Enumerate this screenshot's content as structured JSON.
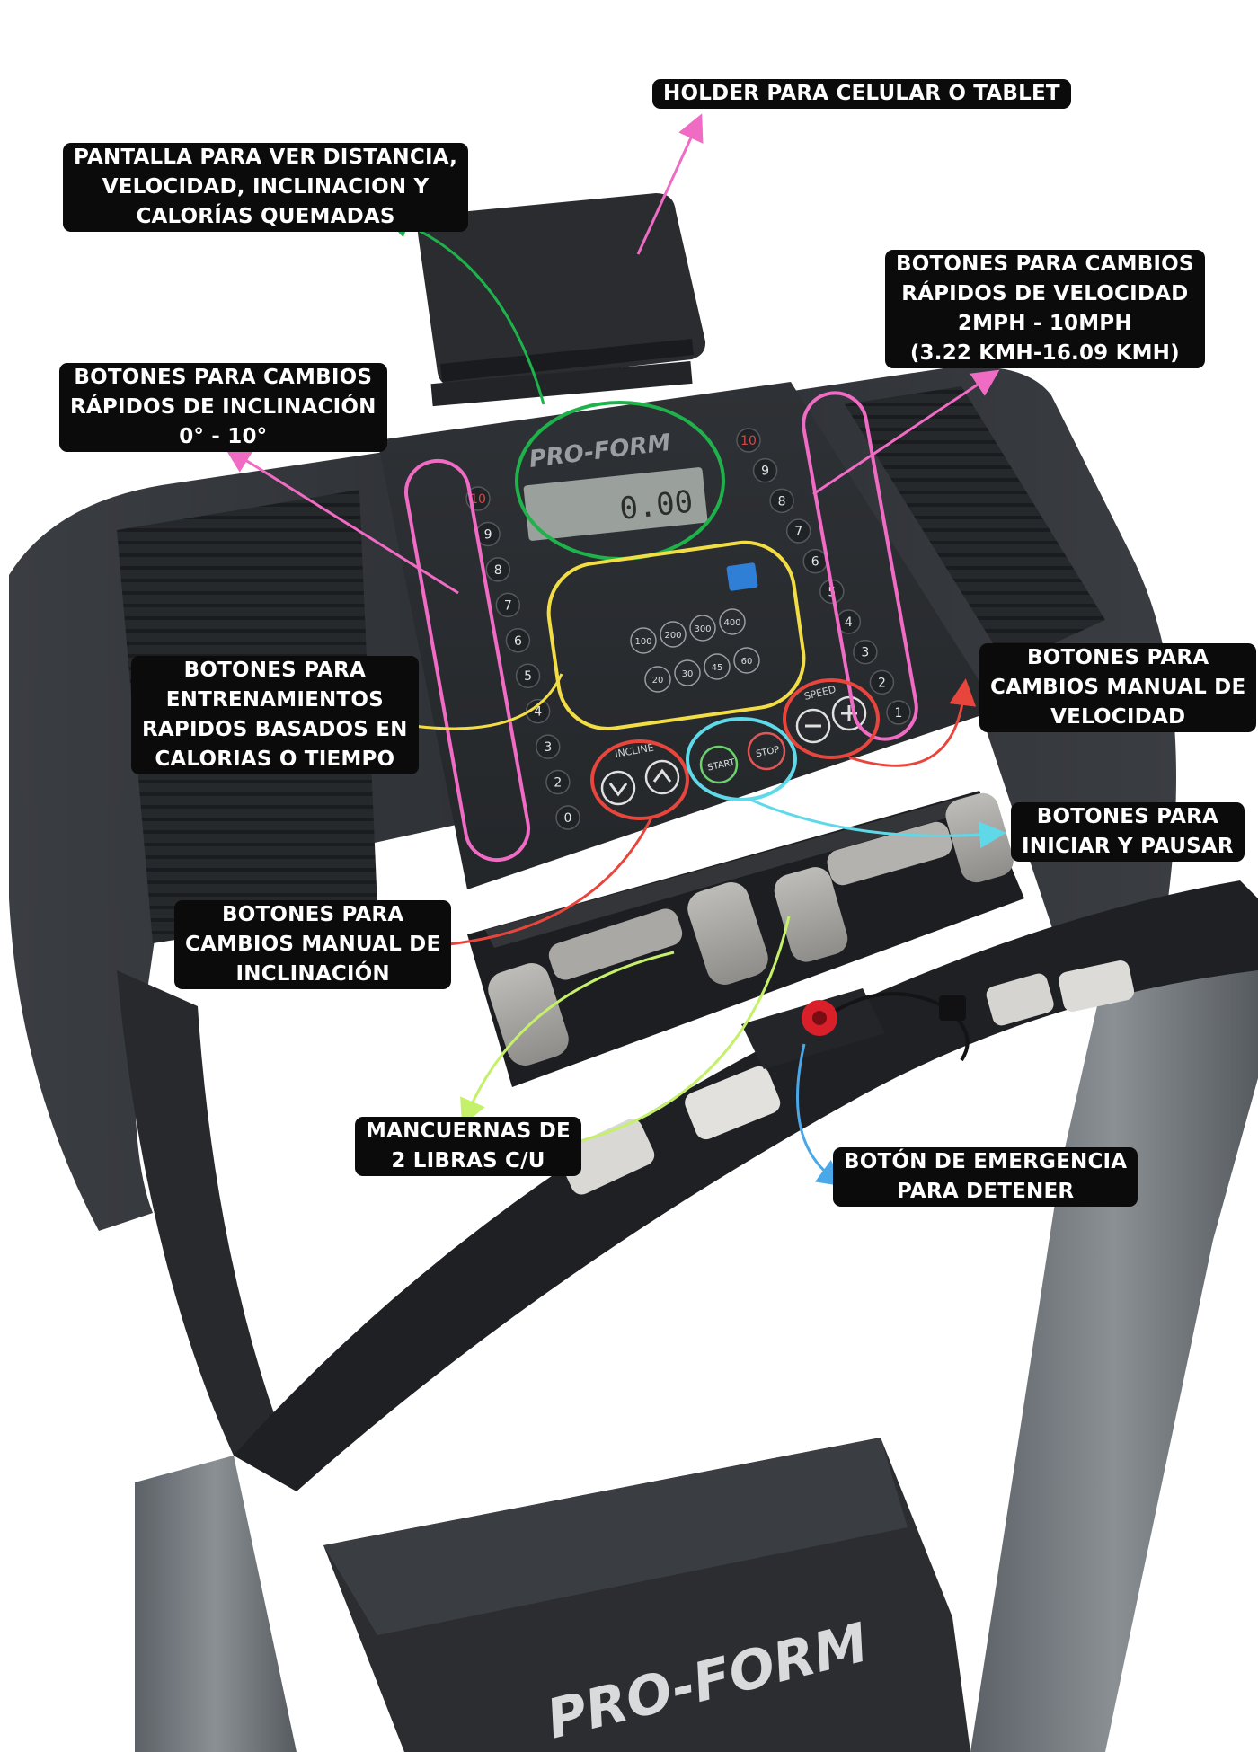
{
  "annotations": {
    "holder": [
      "HOLDER PARA CELULAR O TABLET"
    ],
    "display": [
      "PANTALLA PARA VER DISTANCIA,",
      "VELOCIDAD, INCLINACION Y",
      "CALORÍAS QUEMADAS"
    ],
    "incline_quick": [
      "BOTONES PARA CAMBIOS",
      "RÁPIDOS DE INCLINACIÓN",
      "0° - 10°"
    ],
    "speed_quick": [
      "BOTONES PARA CAMBIOS",
      "RÁPIDOS DE VELOCIDAD",
      "2MPH - 10MPH",
      "(3.22 KMH-16.09 KMH)"
    ],
    "workouts": [
      "BOTONES PARA",
      "ENTRENAMIENTOS",
      "RAPIDOS BASADOS EN",
      "CALORIAS O TIEMPO"
    ],
    "speed_manual": [
      "BOTONES PARA",
      "CAMBIOS MANUAL DE",
      "VELOCIDAD"
    ],
    "start_stop": [
      "BOTONES PARA",
      "INICIAR Y PAUSAR"
    ],
    "incline_manual": [
      "BOTONES PARA",
      "CAMBIOS MANUAL DE",
      "INCLINACIÓN"
    ],
    "dumbbells": [
      "MANCUERNAS DE",
      "2 LIBRAS C/U"
    ],
    "emergency": [
      "BOTÓN DE EMERGENCIA",
      "PARA DETENER"
    ]
  },
  "console": {
    "brand": "PRO-FORM",
    "lcd_reading": "0.00",
    "incline_buttons": [
      "10",
      "9",
      "8",
      "7",
      "6",
      "5",
      "4",
      "3",
      "2",
      "0"
    ],
    "speed_buttons": [
      "10",
      "9",
      "8",
      "7",
      "6",
      "5",
      "4",
      "3",
      "2",
      "1"
    ],
    "calorie_buttons": [
      "100",
      "200",
      "300",
      "400"
    ],
    "time_buttons": [
      "20",
      "30",
      "45",
      "60"
    ],
    "incline_label": "INCLINE",
    "speed_label": "SPEED",
    "start_label": "START",
    "stop_label": "STOP"
  },
  "base_brand": "PRO-FORM",
  "colors": {
    "pink": "#f06bc4",
    "green": "#1fb24b",
    "yellow": "#f2dd45",
    "red": "#e8463c",
    "cyan": "#5fd9e8",
    "lime": "#c4f06a",
    "blue": "#4aa8e8",
    "label_bg": "#0b0b0b"
  }
}
